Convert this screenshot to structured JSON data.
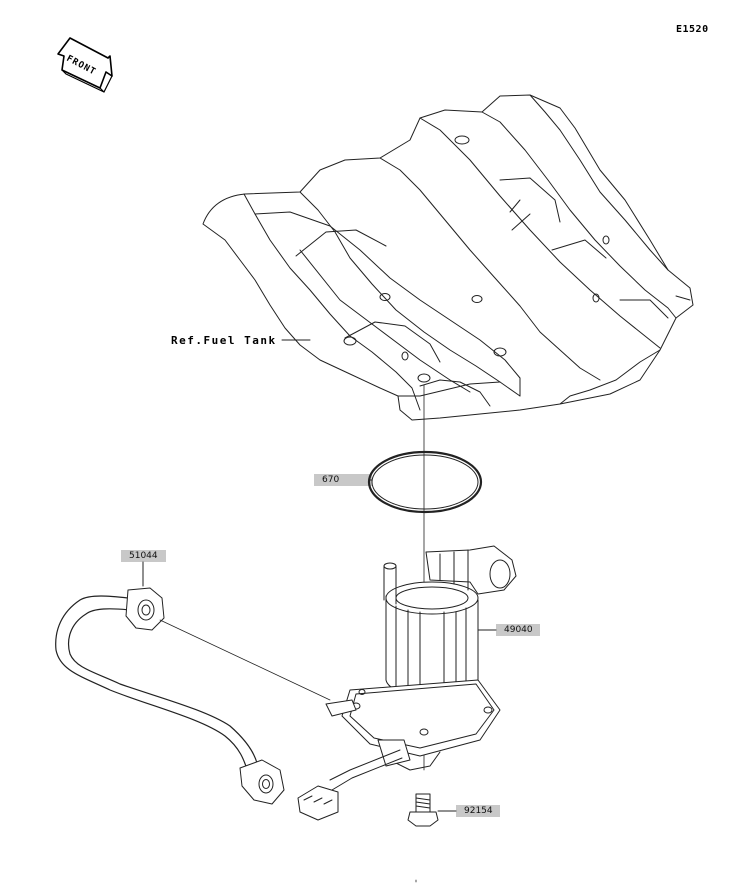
{
  "diagram_code": "E1520",
  "front_label": "FRONT",
  "ref_label": "Ref.Fuel Tank",
  "parts": [
    {
      "id": "o-ring",
      "number": "670"
    },
    {
      "id": "hose-connector",
      "number": "51044"
    },
    {
      "id": "fuel-pump",
      "number": "49040"
    },
    {
      "id": "bolt",
      "number": "92154"
    }
  ]
}
